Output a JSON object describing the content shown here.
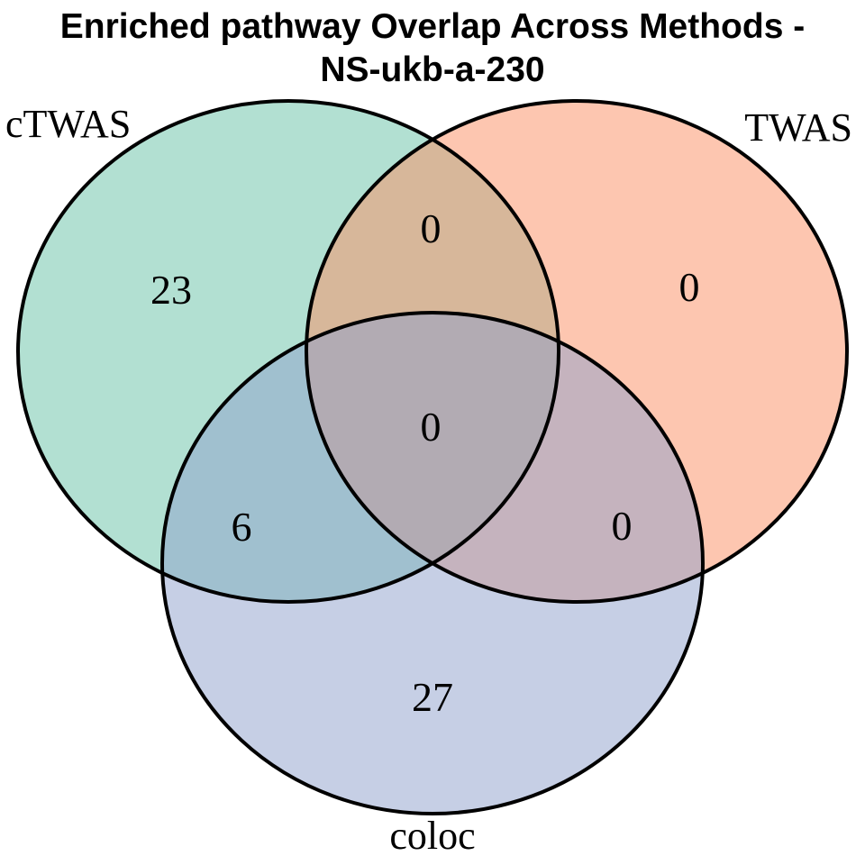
{
  "title": {
    "line1": "Enriched pathway Overlap Across Methods -",
    "line2": "NS-ukb-a-230"
  },
  "chart_data": {
    "type": "venn",
    "title": "Enriched pathway Overlap Across Methods - NS-ukb-a-230",
    "sets": [
      "cTWAS",
      "TWAS",
      "coloc"
    ],
    "set_colors": [
      "#66c2a5",
      "#fc8d62",
      "#8da0cb"
    ],
    "fill_opacity": 0.5,
    "outline_color": "#000000",
    "regions": [
      {
        "sets": [
          "cTWAS"
        ],
        "value": 23
      },
      {
        "sets": [
          "TWAS"
        ],
        "value": 0
      },
      {
        "sets": [
          "coloc"
        ],
        "value": 27
      },
      {
        "sets": [
          "cTWAS",
          "TWAS"
        ],
        "value": 0
      },
      {
        "sets": [
          "cTWAS",
          "coloc"
        ],
        "value": 6
      },
      {
        "sets": [
          "TWAS",
          "coloc"
        ],
        "value": 0
      },
      {
        "sets": [
          "cTWAS",
          "TWAS",
          "coloc"
        ],
        "value": 0
      }
    ],
    "layout": "three-circle venn, cTWAS top-left, TWAS top-right, coloc bottom-center"
  },
  "venn": {
    "labels": {
      "ctwas": "cTWAS",
      "twas": "TWAS",
      "coloc": "coloc"
    },
    "counts": {
      "ctwas_only": "23",
      "twas_only": "0",
      "coloc_only": "27",
      "ctwas_twas": "0",
      "ctwas_coloc": "6",
      "twas_coloc": "0",
      "all_three": "0"
    },
    "colors": {
      "ctwas": "#66c2a5",
      "twas": "#fc8d62",
      "coloc": "#8da0cb",
      "outline": "#000000"
    }
  }
}
